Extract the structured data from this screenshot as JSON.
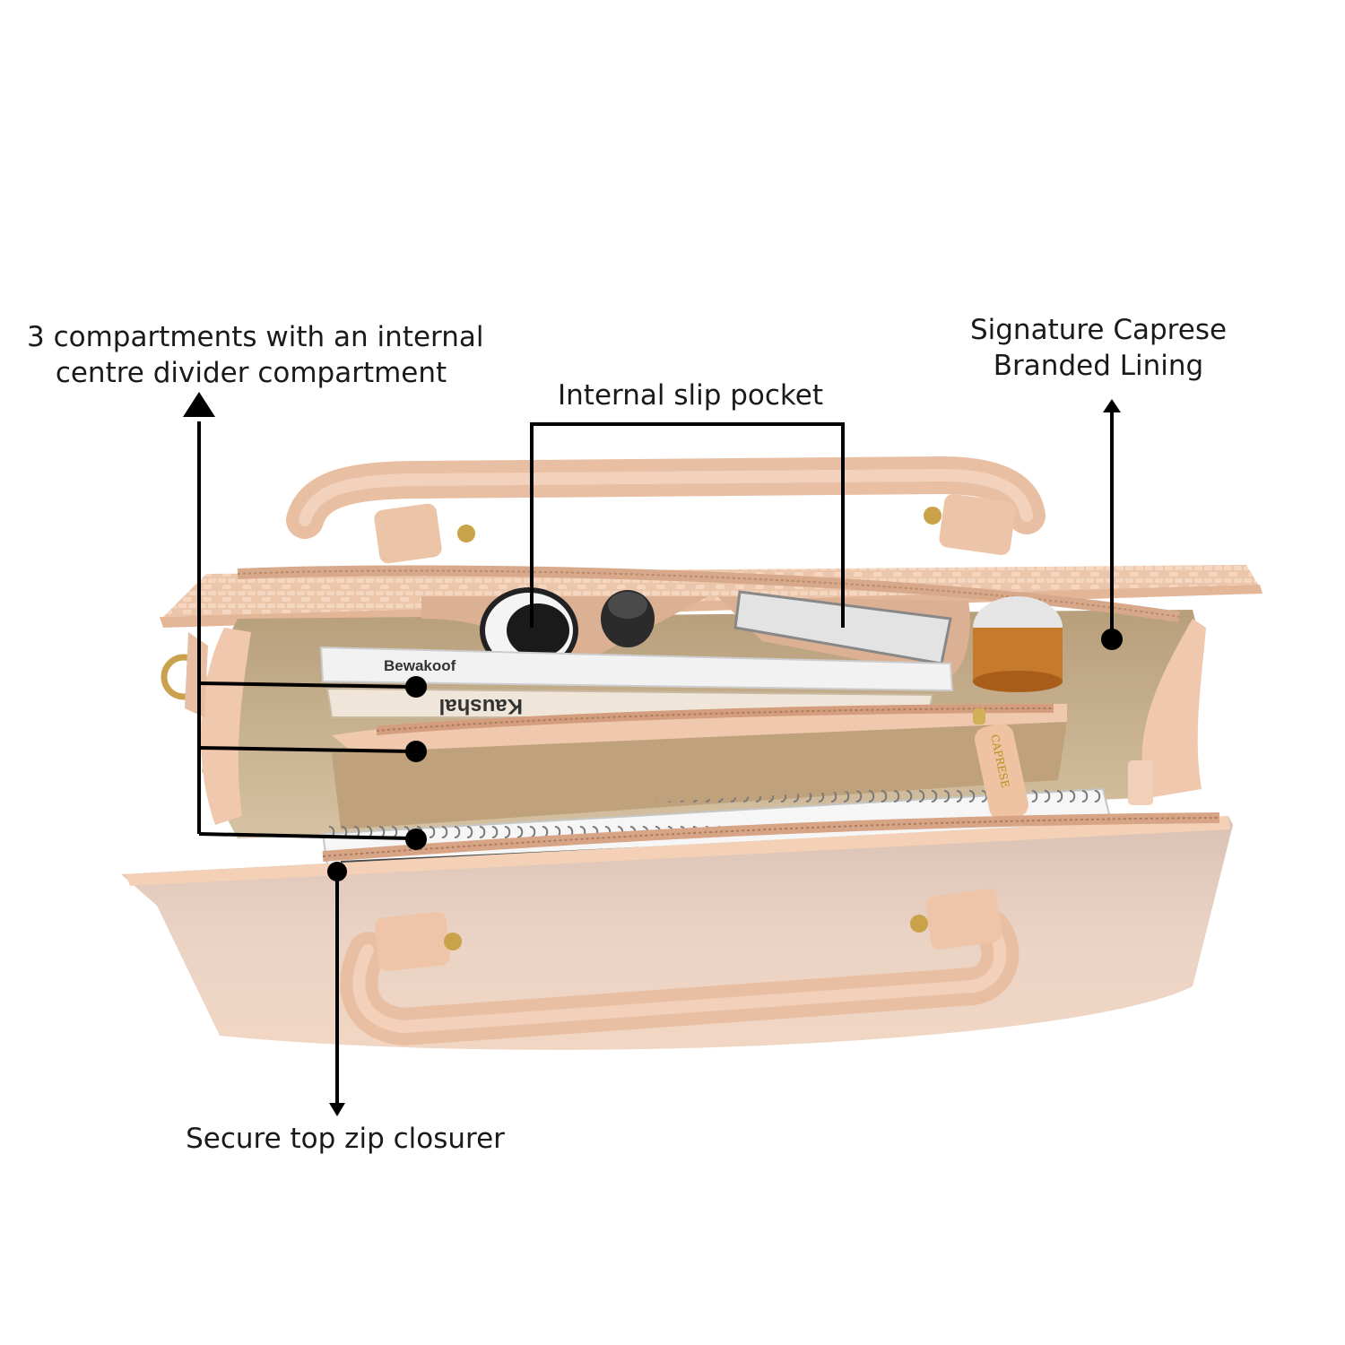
{
  "callouts": {
    "compartments": {
      "line1": "3 compartments with an internal",
      "line2": "centre divider compartment"
    },
    "slip_pocket": "Internal slip pocket",
    "lining": {
      "line1": "Signature Caprese",
      "line2": "Branded Lining"
    },
    "zip": "Secure top zip closurer"
  },
  "photo": {
    "book_brand_1": "Bewakoof",
    "book_brand_2": "Kaushal",
    "zip_pull_brand": "CAPRESE"
  },
  "colors": {
    "bag_leather": "#efc9ae",
    "bag_shadow": "#d7ad90",
    "lining": "#c7b08d",
    "annotation": "#000000",
    "background": "#ffffff"
  }
}
